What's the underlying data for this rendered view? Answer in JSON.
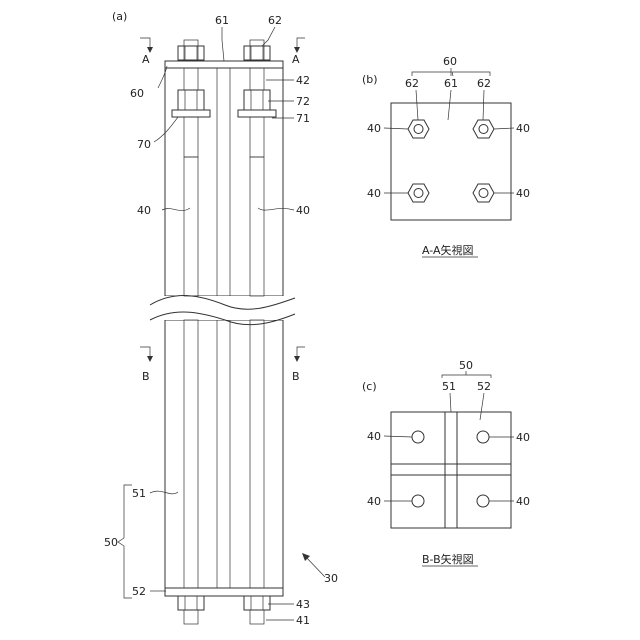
{
  "figure": {
    "panel_a": "(a)",
    "panel_b": "(b)",
    "panel_c": "(c)",
    "caption_b": "A-A矢視図",
    "caption_c": "B-B矢視図",
    "section_marks": {
      "a": "A",
      "b": "B"
    },
    "labels": {
      "n60": "60",
      "n61": "61",
      "n62": "62",
      "n42": "42",
      "n72": "72",
      "n71": "71",
      "n70": "70",
      "n40": "40",
      "n51": "51",
      "n50": "50",
      "n52": "52",
      "n30": "30",
      "n43": "43",
      "n41": "41"
    }
  }
}
